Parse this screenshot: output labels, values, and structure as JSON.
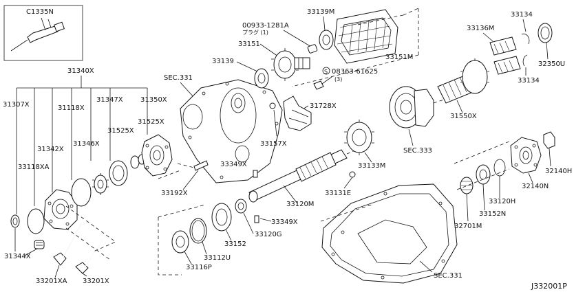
{
  "diagram": {
    "ref_code": "J332001P",
    "labels": {
      "c1335n": "C1335N",
      "p31340x": "31340X",
      "p31307x": "31307X",
      "p31118x": "31118X",
      "p31347x": "31347X",
      "p31350x": "31350X",
      "p31525x_a": "31525X",
      "p31525x_b": "31525X",
      "p31346x": "31346X",
      "p31342x": "31342X",
      "p33118xa": "33118XA",
      "p31344x": "31344X",
      "p33201xa": "33201XA",
      "p33201x": "33201X",
      "sec331_top": "SEC.331",
      "p33139": "33139",
      "p33151": "33151",
      "p00933": "00933-1281A",
      "plug": "プラグ (1)",
      "p33139m": "33139M",
      "p33151m": "33151M",
      "p08363": "08363-61625",
      "qty3": "(3)",
      "p31728x": "31728X",
      "p33157x": "33157X",
      "p33192x": "33192X",
      "p33349x_a": "33349X",
      "p33349x_b": "33349X",
      "p33120m": "33120M",
      "p33131e": "33131E",
      "p33133m": "33133M",
      "p33120g": "33120G",
      "p33152": "33152",
      "p33112u": "33112U",
      "p33116p": "33116P",
      "p33134_a": "33134",
      "p33134_b": "33134",
      "p33136m": "33136M",
      "p32350u": "32350U",
      "p31550x": "31550X",
      "sec333": "SEC.333",
      "p32140h": "32140H",
      "p32140n": "32140N",
      "p33120h": "33120H",
      "p33152n": "33152N",
      "p32701m": "32701M",
      "sec331_bottom": "SEC.331"
    }
  }
}
